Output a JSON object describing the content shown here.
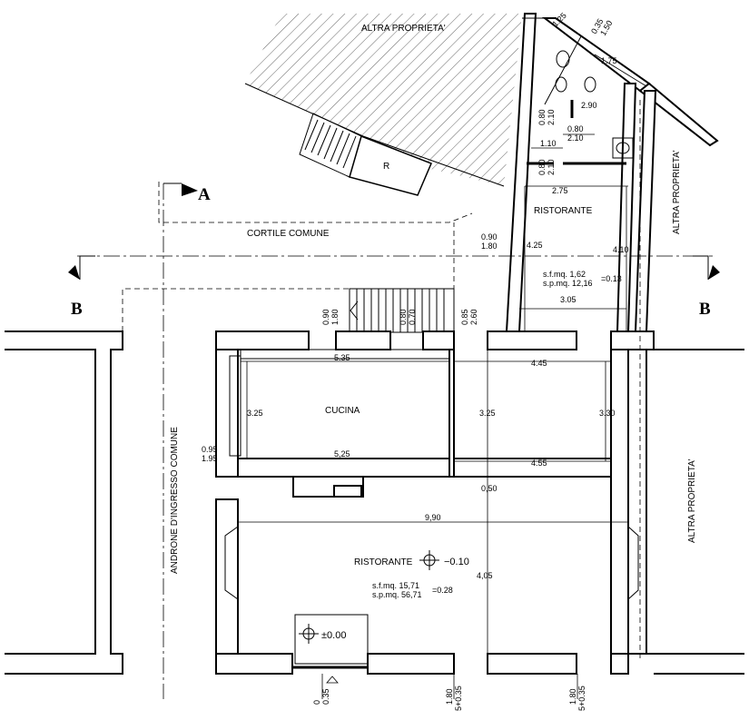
{
  "labels": {
    "altra_top": "ALTRA PROPRIETA'",
    "altra_right_top": "ALTRA PROPRIETA'",
    "altra_right_bottom": "ALTRA PROPRIETA'",
    "androne": "ANDRONE D'INGRESSO COMUNE",
    "cortile": "CORTILE COMUNE",
    "cucina": "CUCINA",
    "ristorante_main": "RISTORANTE",
    "ristorante_upper": "RISTORANTE",
    "r": "R"
  },
  "section_marks": {
    "a": "A",
    "b_left": "B",
    "b_right": "B"
  },
  "levels": {
    "main": "−0.10",
    "entrance": "±0.00"
  },
  "ratios": {
    "main_sf": "s.f.mq.  15,71",
    "main_sp": "s.p.mq.  56,71",
    "main_val": "=0.28",
    "upper_sf": "s.f.mq.  1,62",
    "upper_sp": "s.p.mq.  12,16",
    "upper_val": "=0.13"
  },
  "dims": {
    "d_125": "1.25",
    "d_035": "0.35",
    "d_150": "1.50",
    "d_175": "1.75",
    "d_290": "2.90",
    "d_080a": "0.80",
    "d_210a": "2.10",
    "d_110": "1.10",
    "d_080b": "0.80",
    "d_210b": "2.10",
    "d_080c": "0.80",
    "d_210c": "2.10",
    "d_275": "2.75",
    "d_090": "0.90",
    "d_180a": "1.80",
    "d_425": "4.25",
    "d_410": "4.10",
    "d_305": "3.05",
    "d_090b": "0.90",
    "d_180b": "1.80",
    "d_080d": "0.80",
    "d_070": "0.70",
    "d_085": "0.85",
    "d_260": "2.60",
    "d_535": "5.35",
    "d_445": "4.45",
    "d_325a": "3.25",
    "d_325b": "3.25",
    "d_330": "3.30",
    "d_095": "0.95",
    "d_195": "1.95",
    "d_525": "5,25",
    "d_455": "4.55",
    "d_050": "0,50",
    "d_990": "9,90",
    "d_405": "4,05",
    "d_bot1a": "0.35",
    "d_bot1b": "0",
    "d_bot2a": "1.80",
    "d_bot2b": "5+0.35",
    "d_bot3a": "1.80",
    "d_bot3b": "5+0.35"
  }
}
